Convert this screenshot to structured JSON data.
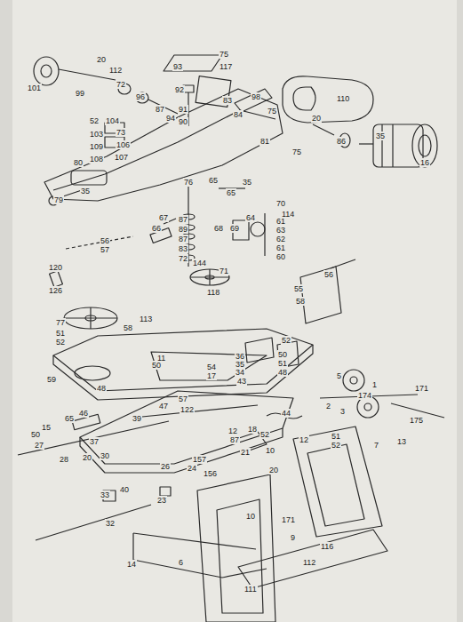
{
  "diagram": {
    "labels": [
      "20",
      "112",
      "101",
      "99",
      "72",
      "96",
      "87",
      "94",
      "52",
      "104",
      "73",
      "103",
      "109",
      "106",
      "108",
      "107",
      "80",
      "35",
      "79",
      "76",
      "75",
      "117",
      "93",
      "92",
      "91",
      "90",
      "83",
      "98",
      "84",
      "75",
      "110",
      "20",
      "86",
      "35",
      "16",
      "75",
      "81",
      "65",
      "35",
      "65",
      "70",
      "114",
      "61",
      "63",
      "62",
      "61",
      "60",
      "64",
      "69",
      "68",
      "67",
      "66",
      "87",
      "89",
      "87",
      "83",
      "72",
      "144",
      "71",
      "118",
      "56",
      "57",
      "120",
      "126",
      "56",
      "55",
      "58",
      "77",
      "113",
      "58",
      "51",
      "52",
      "52",
      "36",
      "35",
      "34",
      "50",
      "51",
      "48",
      "11",
      "50",
      "54",
      "17",
      "43",
      "5",
      "174",
      "1",
      "2",
      "3",
      "171",
      "175",
      "59",
      "48",
      "47",
      "57",
      "122",
      "46",
      "39",
      "65",
      "44",
      "15",
      "50",
      "27",
      "37",
      "20",
      "30",
      "28",
      "12",
      "87",
      "18",
      "52",
      "21",
      "10",
      "20",
      "12",
      "51",
      "52",
      "26",
      "157",
      "24",
      "156",
      "33",
      "40",
      "23",
      "32",
      "10",
      "171",
      "9",
      "112",
      "116",
      "14",
      "6",
      "111",
      "13",
      "7"
    ]
  }
}
